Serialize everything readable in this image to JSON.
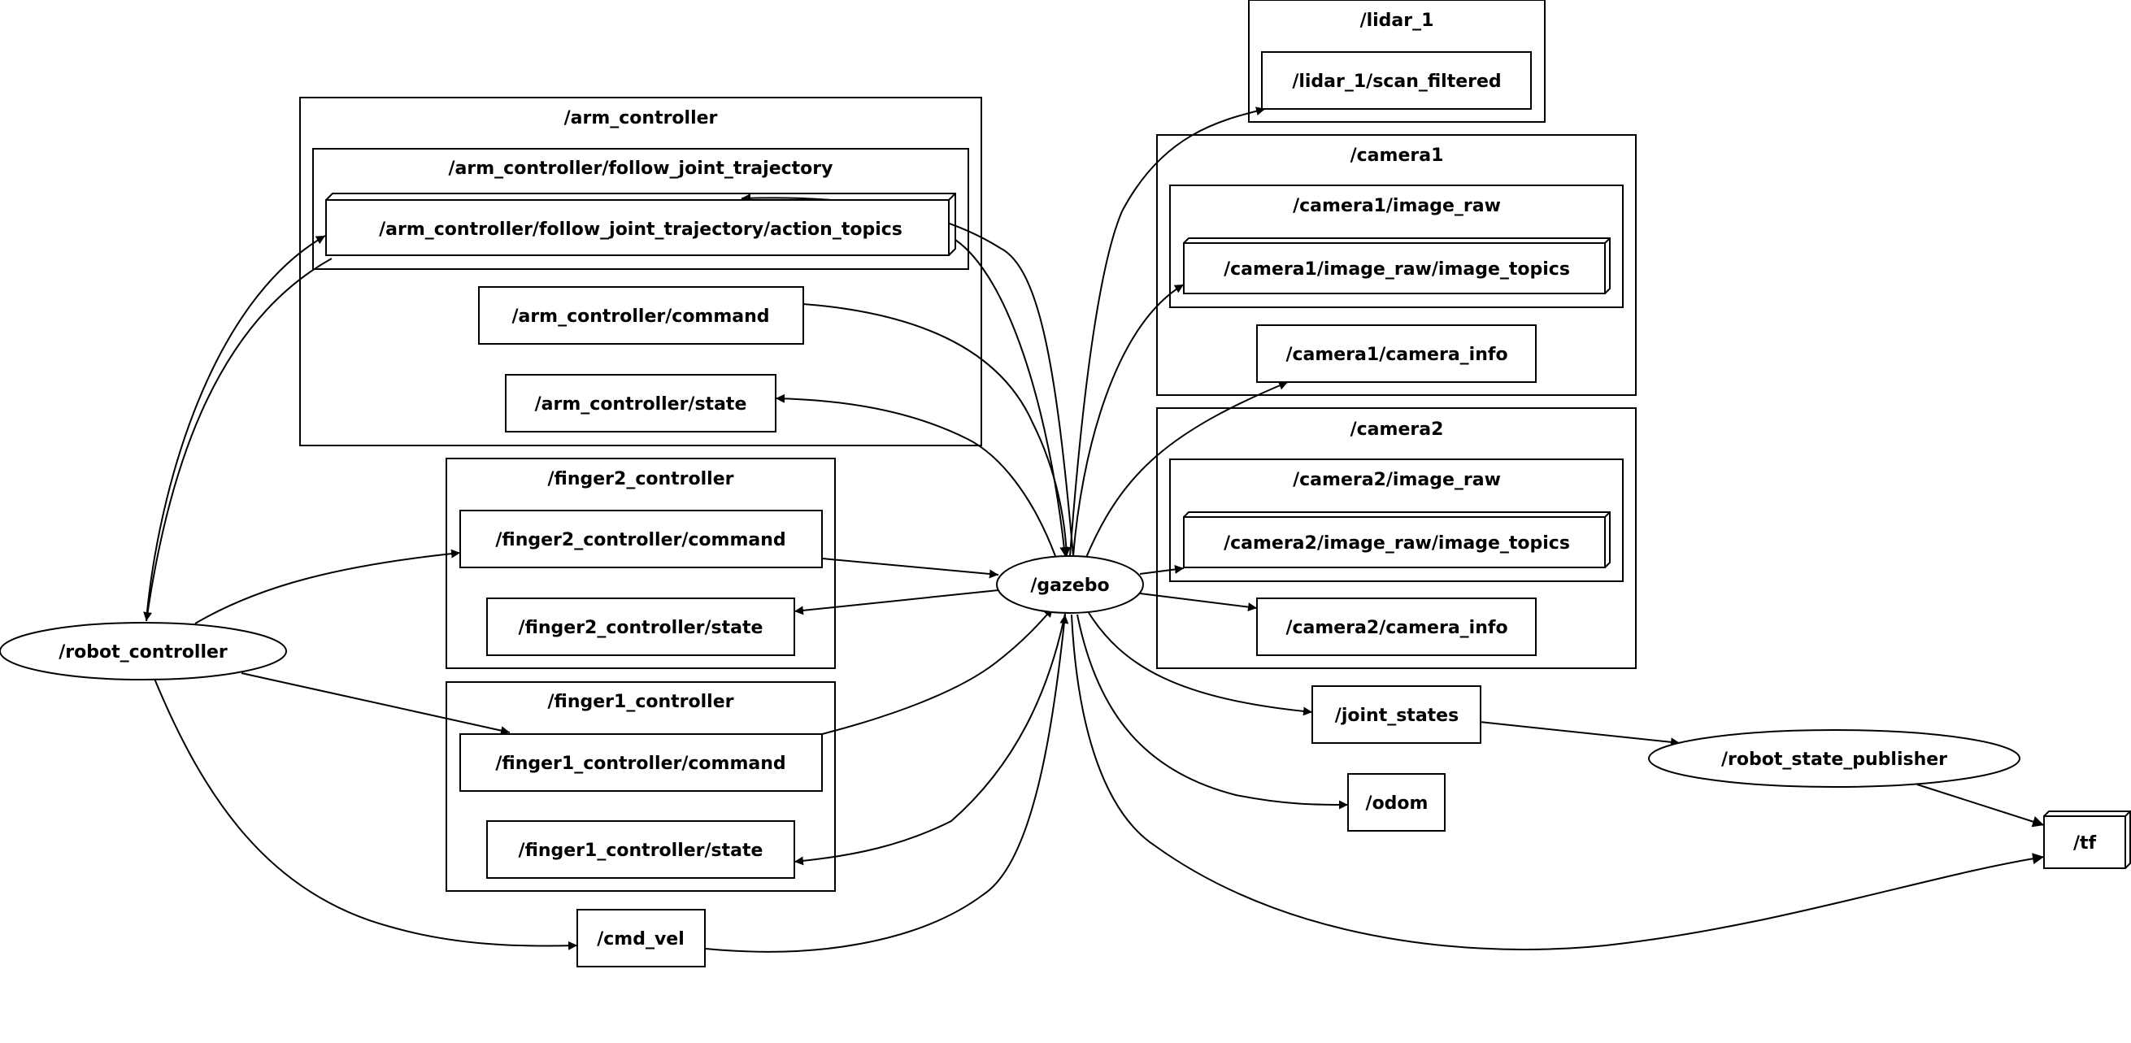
{
  "graph": {
    "clusters": {
      "arm_controller": "/arm_controller",
      "arm_follow": "/arm_controller/follow_joint_trajectory",
      "finger2": "/finger2_controller",
      "finger1": "/finger1_controller",
      "lidar": "/lidar_1",
      "camera1": "/camera1",
      "camera1_image": "/camera1/image_raw",
      "camera2": "/camera2",
      "camera2_image": "/camera2/image_raw"
    },
    "nodes": {
      "robot_controller": "/robot_controller",
      "gazebo": "/gazebo",
      "robot_state_publisher": "/robot_state_publisher"
    },
    "topics": {
      "arm_action": "/arm_controller/follow_joint_trajectory/action_topics",
      "arm_command": "/arm_controller/command",
      "arm_state": "/arm_controller/state",
      "finger2_command": "/finger2_controller/command",
      "finger2_state": "/finger2_controller/state",
      "finger1_command": "/finger1_controller/command",
      "finger1_state": "/finger1_controller/state",
      "cmd_vel": "/cmd_vel",
      "lidar_scan": "/lidar_1/scan_filtered",
      "camera1_topics": "/camera1/image_raw/image_topics",
      "camera1_info": "/camera1/camera_info",
      "camera2_topics": "/camera2/image_raw/image_topics",
      "camera2_info": "/camera2/camera_info",
      "joint_states": "/joint_states",
      "odom": "/odom",
      "tf": "/tf"
    }
  }
}
